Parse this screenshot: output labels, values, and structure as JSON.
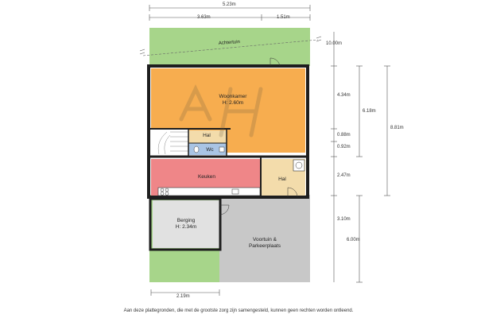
{
  "dimensions": {
    "total_width": "5.23m",
    "segment_a": "3.63m",
    "segment_b": "1.51m",
    "back_garden_depth": "10.00m",
    "woonkamer_depth": "4.34m",
    "depth_6_18": "6.18m",
    "depth_8_81": "8.81m",
    "dim_0_88": "0.88m",
    "dim_0_92": "0.92m",
    "dim_2_47": "2.47m",
    "dim_3_10": "3.10m",
    "dim_6_00": "6.00m",
    "berging_width": "2.19m"
  },
  "rooms": {
    "achtertuin": "Achtertuin",
    "woonkamer": "Woonkamer",
    "woonkamer_height": "H: 2.60m",
    "hal_upper": "Hal",
    "wc": "Wc",
    "keuken": "Keuken",
    "hal_lower": "Hal",
    "berging": "Berging",
    "berging_height": "H: 2.34m",
    "voortuin_line1": "Voortuin &",
    "voortuin_line2": "Parkeerplaats"
  },
  "watermark": "AH",
  "footer": "Aan deze plattegronden, die met de grootste zorg zijn samengesteld, kunnen geen rechten worden ontleend.",
  "colors": {
    "garden": "#a7d58a",
    "woonkamer": "#f7ad4f",
    "keuken": "#ef8688",
    "hal": "#f3dcab",
    "wc": "#a9c4e4",
    "berging": "#e1e1e1",
    "voortuin": "#c8c8c8",
    "wall": "#1e1e1e"
  }
}
